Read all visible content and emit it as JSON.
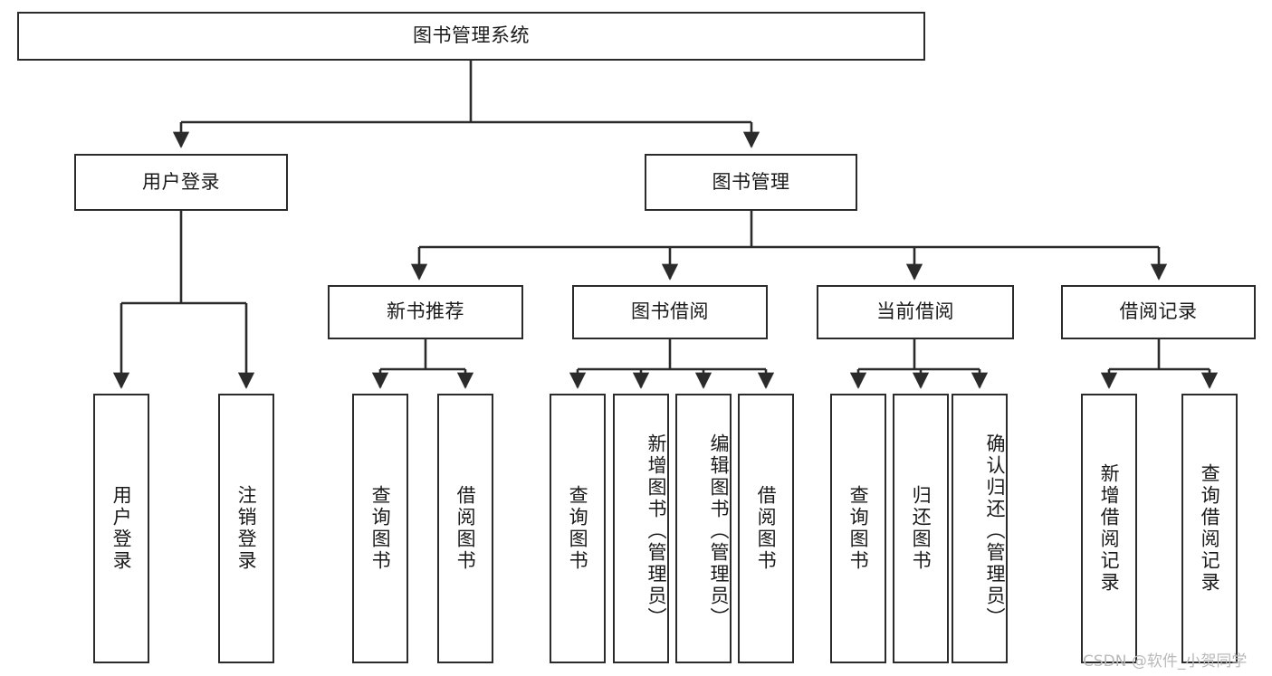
{
  "diagram": {
    "type": "tree-hierarchy",
    "title": "图书管理系统",
    "orientation": "top-down",
    "colors": {
      "box_border": "#2b2b2b",
      "box_fill": "#ffffff",
      "connector": "#2b2b2b",
      "text": "#1a1a1a",
      "watermark": "#b9b9b9",
      "background": "#ffffff"
    }
  },
  "root": {
    "label": "图书管理系统"
  },
  "level2": [
    {
      "label": "用户登录"
    },
    {
      "label": "图书管理"
    }
  ],
  "level3": [
    {
      "label": "新书推荐"
    },
    {
      "label": "图书借阅"
    },
    {
      "label": "当前借阅"
    },
    {
      "label": "借阅记录"
    }
  ],
  "leaves": {
    "user_login": [
      {
        "label": "用户登录"
      },
      {
        "label": "注销登录"
      }
    ],
    "new_book_recommend": [
      {
        "label": "查询图书"
      },
      {
        "label": "借阅图书"
      }
    ],
    "book_borrow": [
      {
        "label": "查询图书"
      },
      {
        "label": "新增图书（管理员）"
      },
      {
        "label": "编辑图书（管理员）"
      },
      {
        "label": "借阅图书"
      }
    ],
    "current_borrow": [
      {
        "label": "查询图书"
      },
      {
        "label": "归还图书"
      },
      {
        "label": "确认归还（管理员）"
      }
    ],
    "borrow_record": [
      {
        "label": "新增借阅记录"
      },
      {
        "label": "查询借阅记录"
      }
    ]
  },
  "watermark": {
    "text": "CSDN @软件_小贺同学"
  }
}
